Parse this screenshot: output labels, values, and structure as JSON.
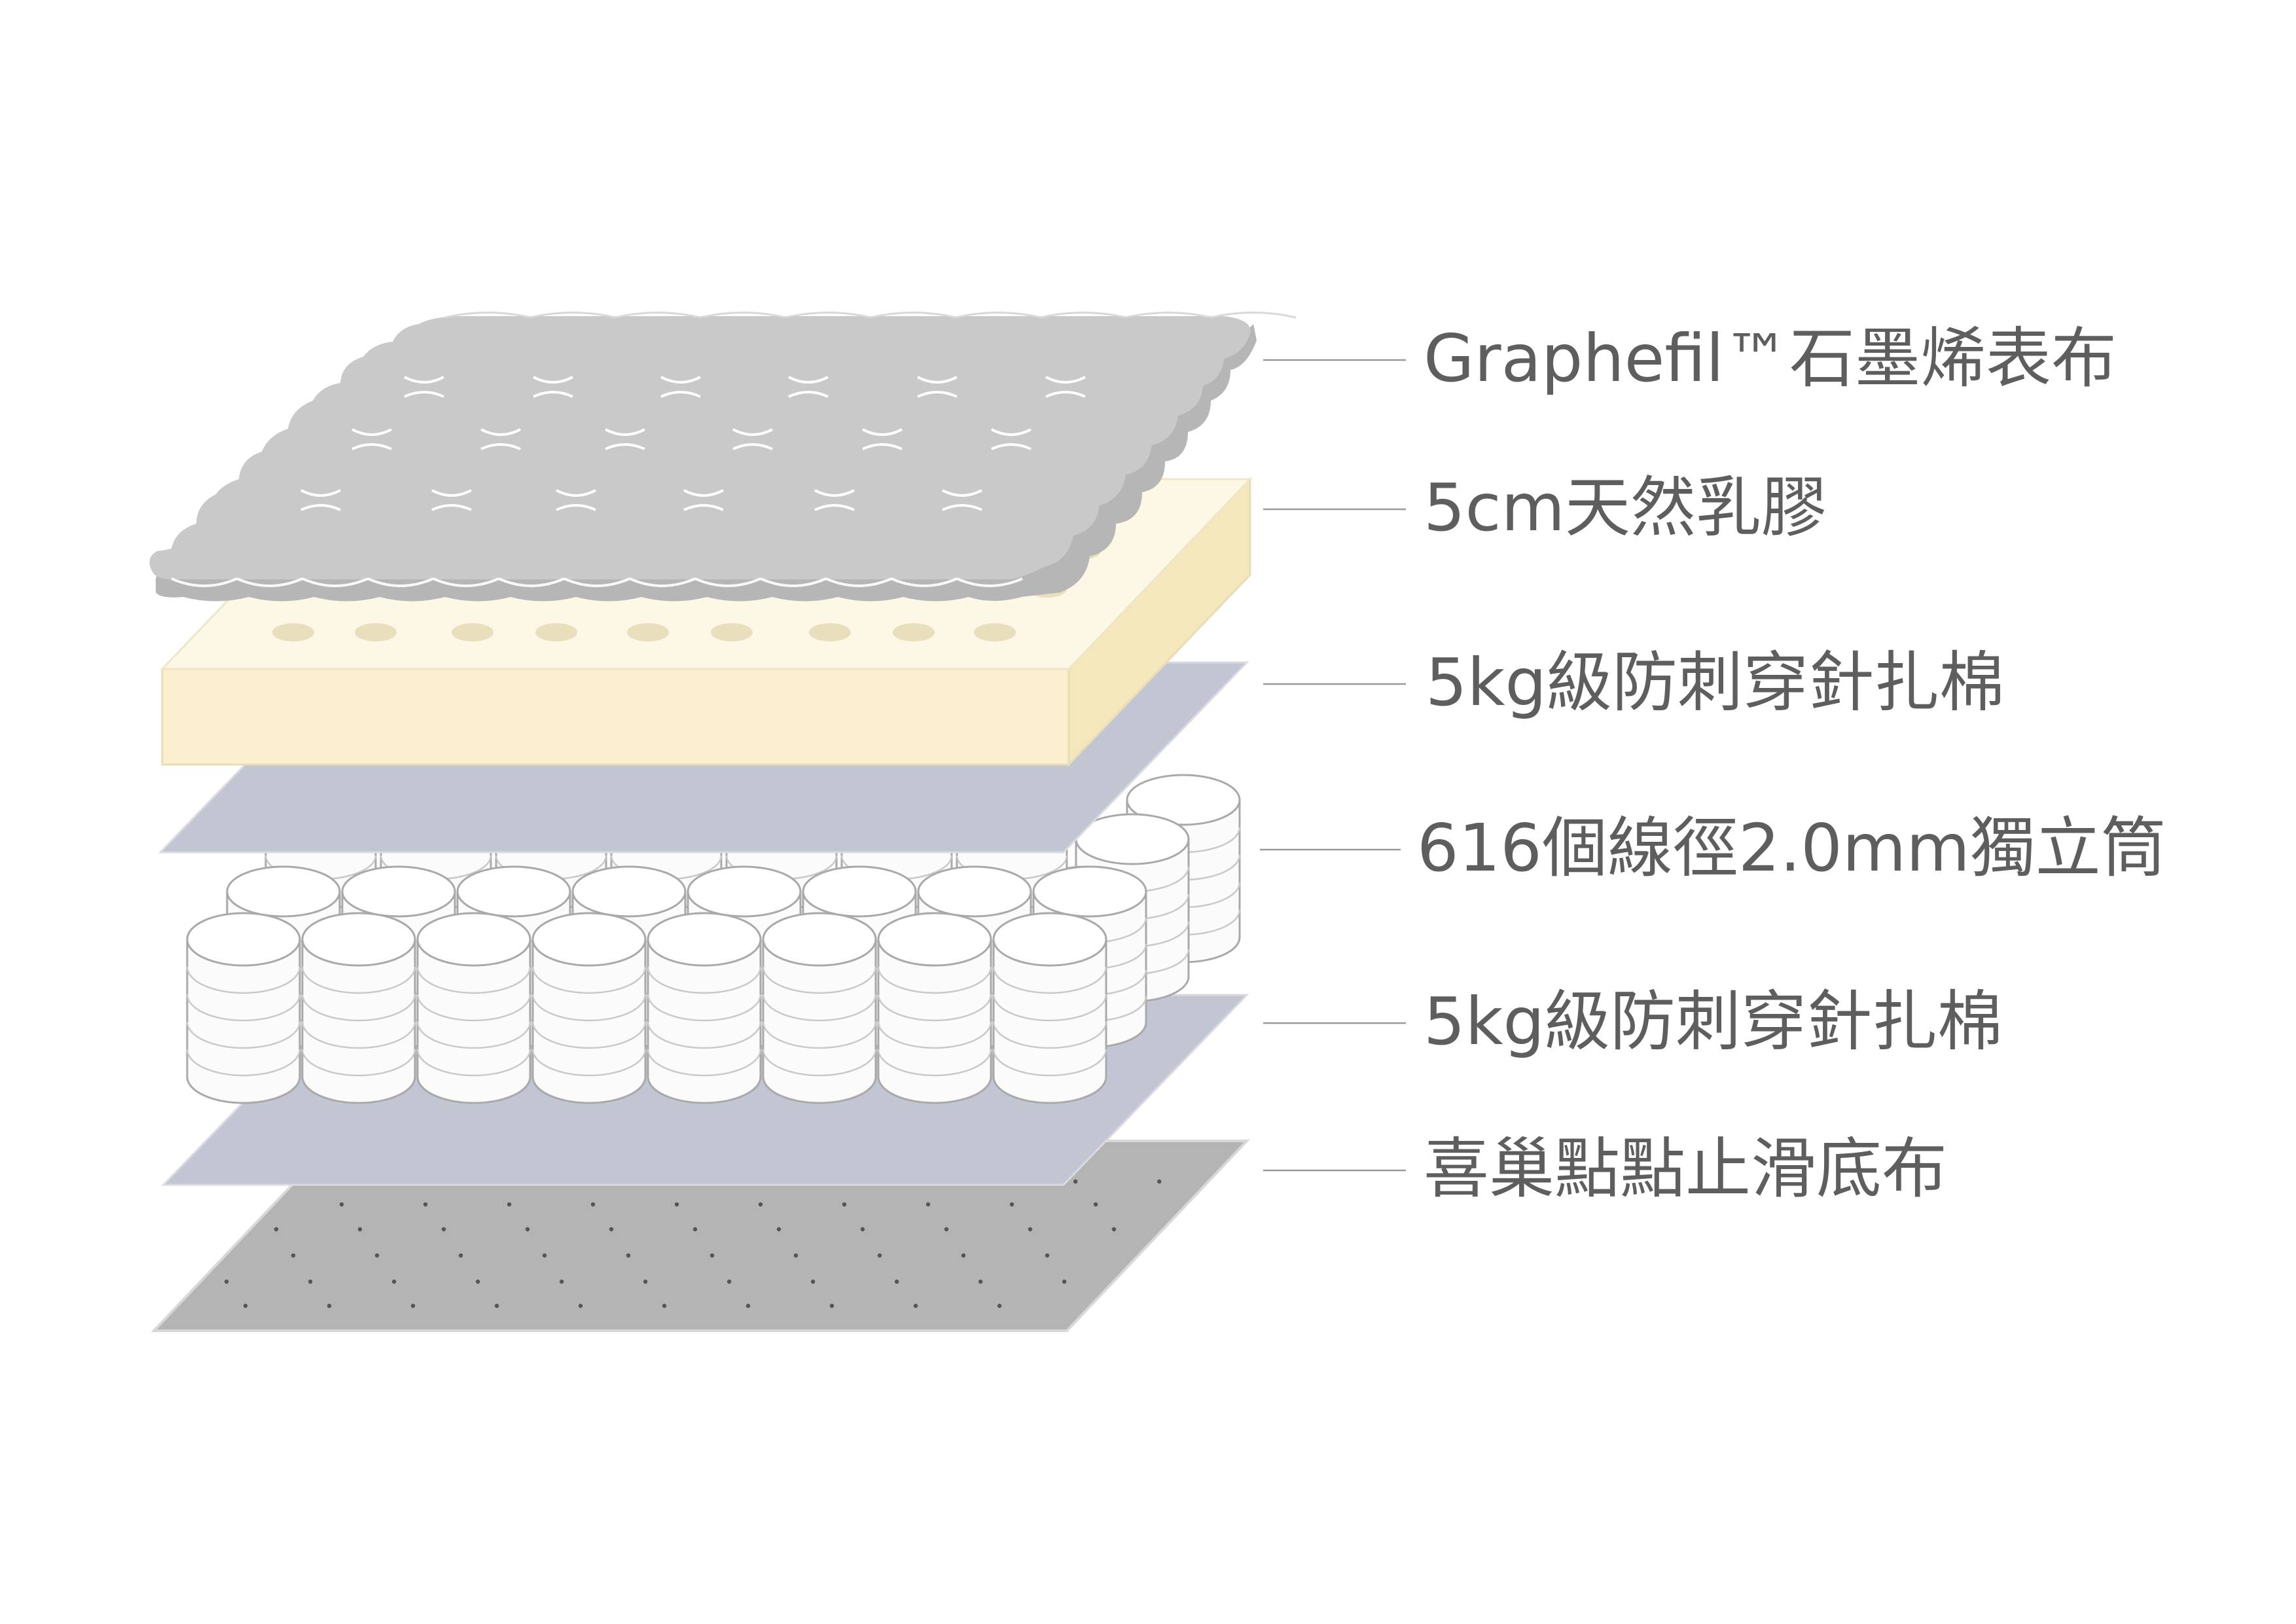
{
  "colors": {
    "quilt_top": "#c8c9c8",
    "quilt_side": "#b5b6b5",
    "quilt_stitch": "#ffffff",
    "latex_top": "#fdf7e6",
    "latex_side": "#f5e7bc",
    "latex_hole": "#eadfbd",
    "felt": "#c1c6d2",
    "spring_fill": "#fbfbfb",
    "spring_stroke": "#a9a9a9",
    "base_top": "#b3b4b3",
    "base_dot": "#555555",
    "label_text": "#5e5e5e",
    "leader_line": "#9a9a9a"
  },
  "layers": [
    {
      "id": "graphene-cover",
      "label": "Graphefil™石墨烯表布",
      "icon": "quilted-top-icon"
    },
    {
      "id": "latex",
      "label": "5cm天然乳膠",
      "icon": "latex-slab-icon"
    },
    {
      "id": "felt-top",
      "label": "5kg級防刺穿針扎棉",
      "icon": "felt-pad-icon"
    },
    {
      "id": "pocket-springs",
      "label": "616個線徑2.0mm獨立筒",
      "icon": "spring-coil-icon"
    },
    {
      "id": "felt-bottom",
      "label": "5kg級防刺穿針扎棉",
      "icon": "felt-pad-icon"
    },
    {
      "id": "base-fabric",
      "label": "喜巢點點止滑底布",
      "icon": "dotted-fabric-icon"
    }
  ]
}
